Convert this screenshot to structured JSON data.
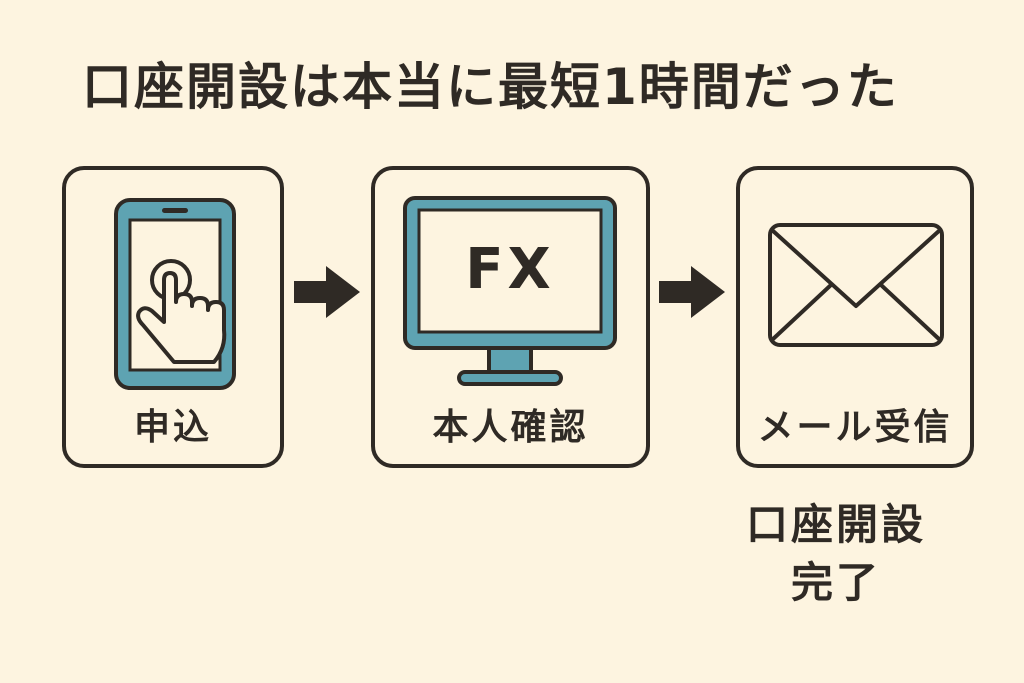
{
  "title": "口座開設は本当に最短1時間だった",
  "steps": [
    {
      "label": "申込",
      "icon": "smartphone-tap-icon"
    },
    {
      "label": "本人確認",
      "icon": "monitor-icon",
      "screen_text": "FX"
    },
    {
      "label": "メール受信",
      "icon": "envelope-icon"
    }
  ],
  "complete": {
    "line1": "口座開設",
    "line2": "完了"
  },
  "colors": {
    "background": "#fdf4e0",
    "outline": "#2f2a25",
    "accent": "#5ea3b2"
  }
}
